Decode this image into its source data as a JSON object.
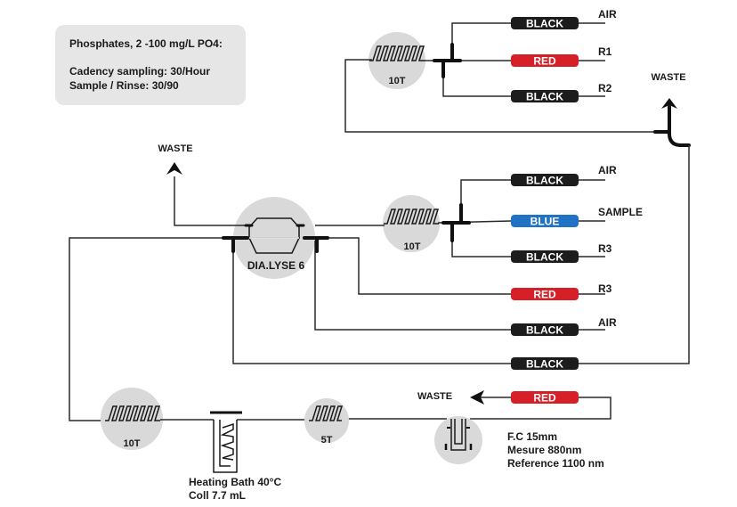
{
  "info": {
    "title": "Phosphates, 2 -100 mg/L PO4:",
    "cadency": "Cadency sampling: 30/Hour",
    "sample_rinse": "Sample / Rinse: 30/90"
  },
  "colors": {
    "black_tube": "#1c1c1c",
    "red_tube": "#d61f26",
    "blue_tube": "#1f72c4",
    "component_bg": "#d9d9d9",
    "line": "#2a2a2a"
  },
  "tubes": [
    {
      "id": "t1",
      "color_name": "BLACK",
      "color": "black",
      "port": "AIR"
    },
    {
      "id": "t2",
      "color_name": "RED",
      "color": "red",
      "port": "R1"
    },
    {
      "id": "t3",
      "color_name": "BLACK",
      "color": "black",
      "port": "R2"
    },
    {
      "id": "t4",
      "color_name": "BLACK",
      "color": "black",
      "port": "AIR"
    },
    {
      "id": "t5",
      "color_name": "BLUE",
      "color": "blue",
      "port": "SAMPLE"
    },
    {
      "id": "t6",
      "color_name": "BLACK",
      "color": "black",
      "port": "R3"
    },
    {
      "id": "t7",
      "color_name": "RED",
      "color": "red",
      "port": "R3"
    },
    {
      "id": "t8",
      "color_name": "BLACK",
      "color": "black",
      "port": "AIR"
    },
    {
      "id": "t9",
      "color_name": "BLACK",
      "color": "black",
      "port": ""
    },
    {
      "id": "t10",
      "color_name": "RED",
      "color": "red",
      "port": ""
    }
  ],
  "components": {
    "coil_top": "10T",
    "coil_mid": "10T",
    "dialyser": "DIA.LYSE 6",
    "coil_bottom": "10T",
    "coil_small": "5T",
    "heating_bath_line1": "Heating Bath 40°C",
    "heating_bath_line2": "Coll 7.7 mL",
    "flowcell_line1": "F.C 15mm",
    "flowcell_line2": "Mesure 880nm",
    "flowcell_line3": "Reference 1100 nm"
  },
  "waste_labels": {
    "right": "WASTE",
    "left": "WASTE",
    "bottom": "WASTE"
  }
}
